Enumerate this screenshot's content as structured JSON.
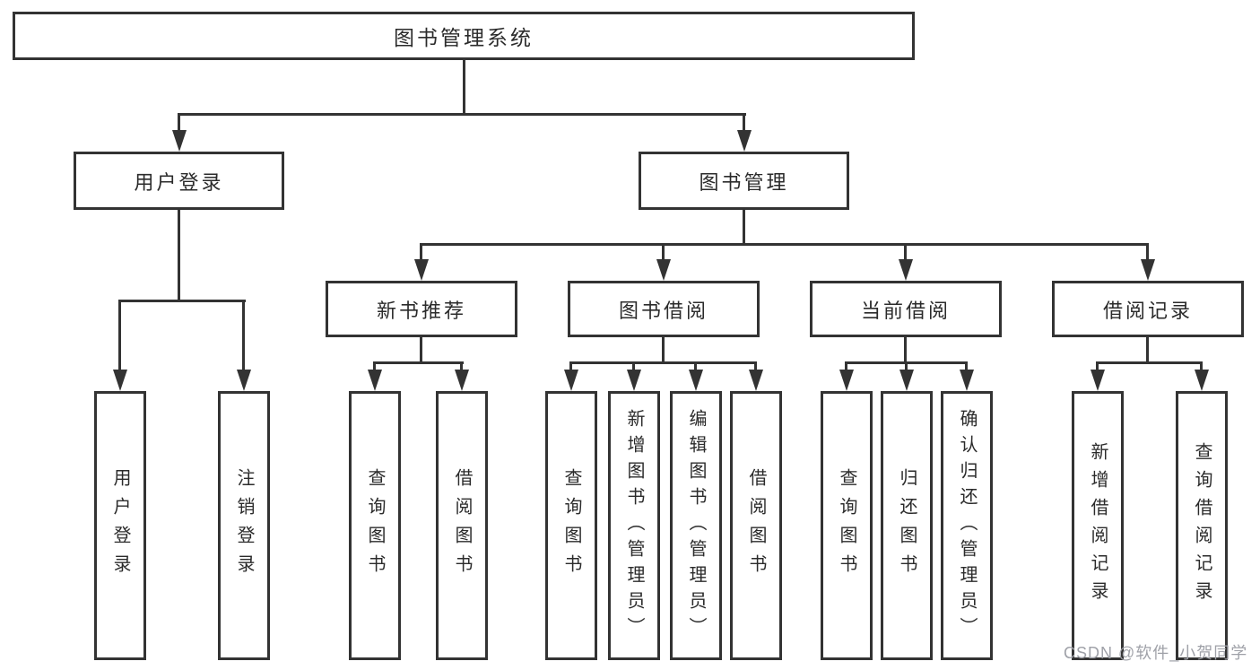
{
  "diagram": {
    "type": "tree",
    "title": "图书管理系统",
    "colors": {
      "line": "#333333",
      "box_border": "#333333",
      "box_bg": "#ffffff",
      "text": "#2b2b2b",
      "watermark": "#9fa1a8"
    },
    "nodes": {
      "root": {
        "label": "图书管理系统",
        "children": [
          "user_login",
          "book_management"
        ]
      },
      "user_login": {
        "label": "用户登录",
        "children": [
          "user_login_action",
          "logout_action"
        ]
      },
      "book_management": {
        "label": "图书管理",
        "children": [
          "new_book_recommend",
          "book_borrowing",
          "current_borrowing",
          "borrowing_records"
        ]
      },
      "new_book_recommend": {
        "label": "新书推荐",
        "children": [
          "nbr_query_books",
          "nbr_borrow_books"
        ]
      },
      "book_borrowing": {
        "label": "图书借阅",
        "children": [
          "bb_query_books",
          "bb_add_books",
          "bb_edit_books",
          "bb_borrow_books"
        ]
      },
      "current_borrowing": {
        "label": "当前借阅",
        "children": [
          "cb_query_books",
          "cb_return_books",
          "cb_confirm_return"
        ]
      },
      "borrowing_records": {
        "label": "借阅记录",
        "children": [
          "br_add_record",
          "br_query_record"
        ]
      },
      "user_login_action": {
        "label": "用户登录",
        "children": []
      },
      "logout_action": {
        "label": "注销登录",
        "children": []
      },
      "nbr_query_books": {
        "label": "查询图书",
        "children": []
      },
      "nbr_borrow_books": {
        "label": "借阅图书",
        "children": []
      },
      "bb_query_books": {
        "label": "查询图书",
        "children": []
      },
      "bb_add_books": {
        "label": "新增图书（管理员）",
        "children": []
      },
      "bb_edit_books": {
        "label": "编辑图书（管理员）",
        "children": []
      },
      "bb_borrow_books": {
        "label": "借阅图书",
        "children": []
      },
      "cb_query_books": {
        "label": "查询图书",
        "children": []
      },
      "cb_return_books": {
        "label": "归还图书",
        "children": []
      },
      "cb_confirm_return": {
        "label": "确认归还（管理员）",
        "children": []
      },
      "br_add_record": {
        "label": "新增借阅记录",
        "children": []
      },
      "br_query_record": {
        "label": "查询借阅记录",
        "children": []
      }
    }
  },
  "watermark": {
    "text": "CSDN @软件_小贺同学"
  }
}
